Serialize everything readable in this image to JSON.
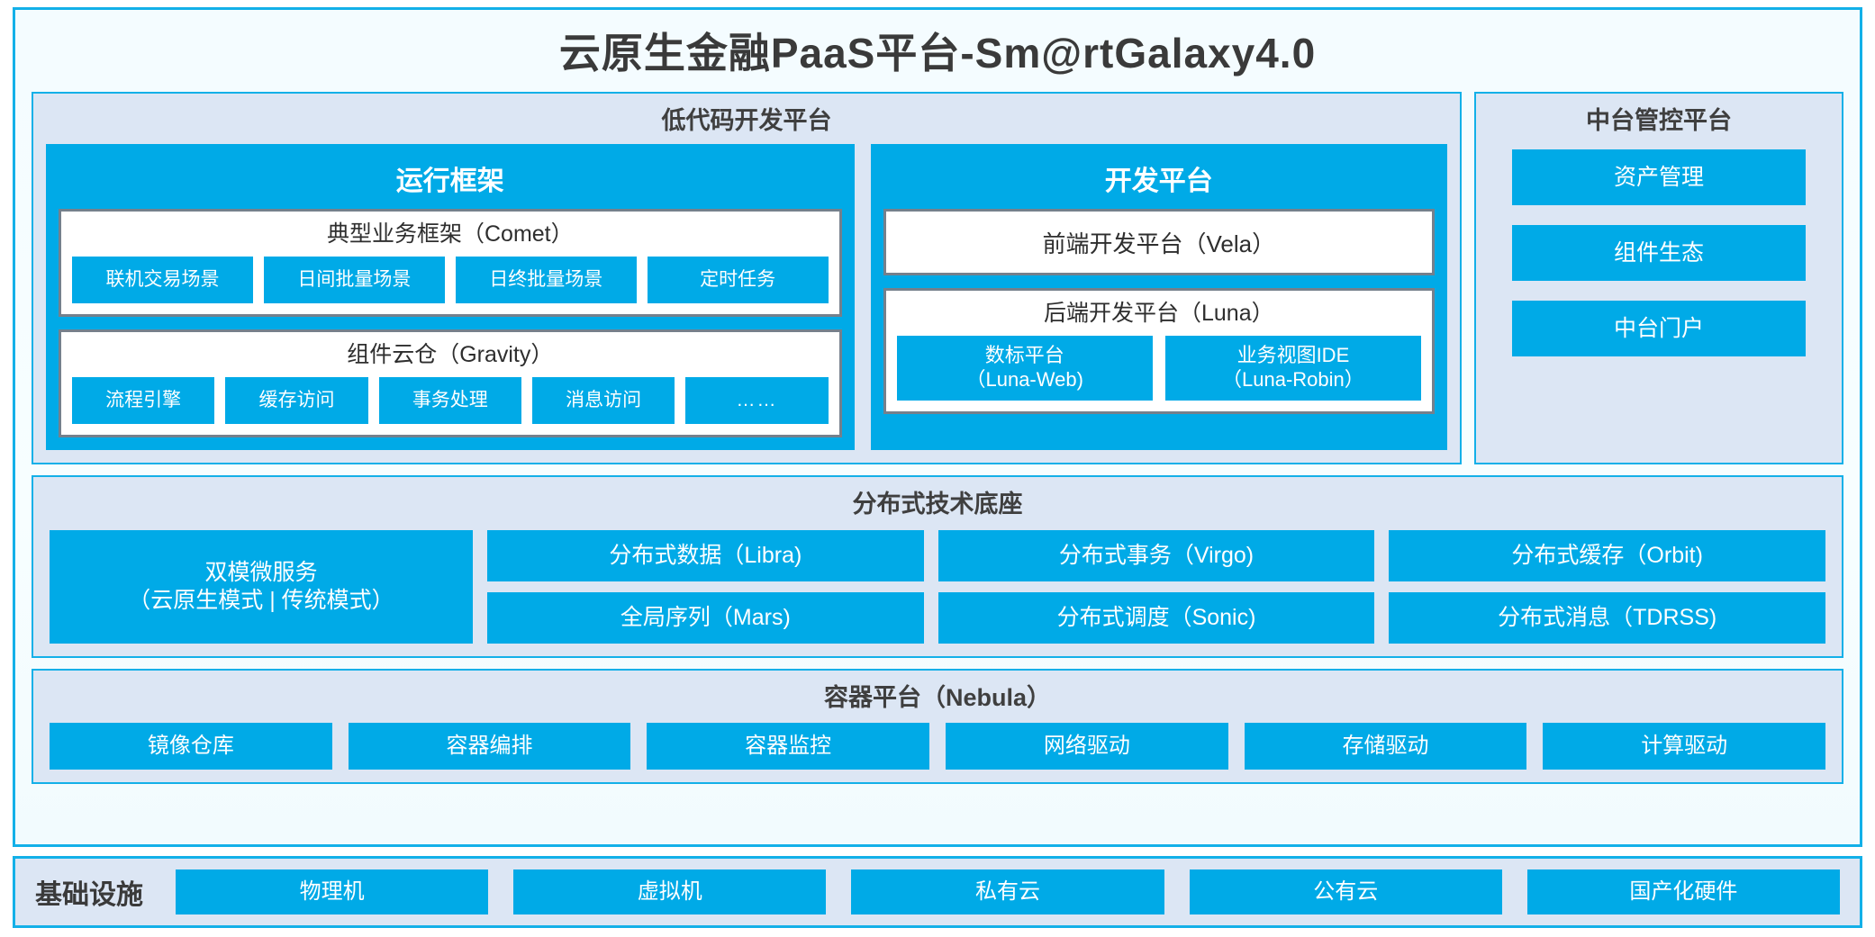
{
  "title": "云原生金融PaaS平台-Sm@rtGalaxy4.0",
  "colors": {
    "accent_blue": "#00AAE7",
    "border_blue": "#13B0E8",
    "band_bg": "#DCE6F4",
    "frame_gray": "#75808C",
    "text_dark": "#3a3a3a"
  },
  "lowcode": {
    "title": "低代码开发平台",
    "runtime": {
      "title": "运行框架",
      "comet": {
        "title": "典型业务框架（Comet）",
        "items": [
          "联机交易场景",
          "日间批量场景",
          "日终批量场景",
          "定时任务"
        ]
      },
      "gravity": {
        "title": "组件云仓（Gravity）",
        "items": [
          "流程引擎",
          "缓存访问",
          "事务处理",
          "消息访问",
          "……"
        ]
      }
    },
    "dev": {
      "title": "开发平台",
      "vela": "前端开发平台（Vela）",
      "luna": {
        "title": "后端开发平台（Luna）",
        "items": [
          {
            "line1": "数标平台",
            "line2": "（Luna-Web)"
          },
          {
            "line1": "业务视图IDE",
            "line2": "（Luna-Robin）"
          }
        ]
      }
    }
  },
  "midctl": {
    "title": "中台管控平台",
    "items": [
      "资产管理",
      "组件生态",
      "中台门户"
    ]
  },
  "techbase": {
    "title": "分布式技术底座",
    "wide": {
      "line1": "双模微服务",
      "line2": "（云原生模式 | 传统模式）"
    },
    "columns": [
      [
        "分布式数据（Libra)",
        "全局序列（Mars)"
      ],
      [
        "分布式事务（Virgo)",
        "分布式调度（Sonic)"
      ],
      [
        "分布式缓存（Orbit)",
        "分布式消息（TDRSS)"
      ]
    ]
  },
  "nebula": {
    "title": "容器平台（Nebula）",
    "items": [
      "镜像仓库",
      "容器编排",
      "容器监控",
      "网络驱动",
      "存储驱动",
      "计算驱动"
    ]
  },
  "infra": {
    "label": "基础设施",
    "items": [
      "物理机",
      "虚拟机",
      "私有云",
      "公有云",
      "国产化硬件"
    ]
  }
}
